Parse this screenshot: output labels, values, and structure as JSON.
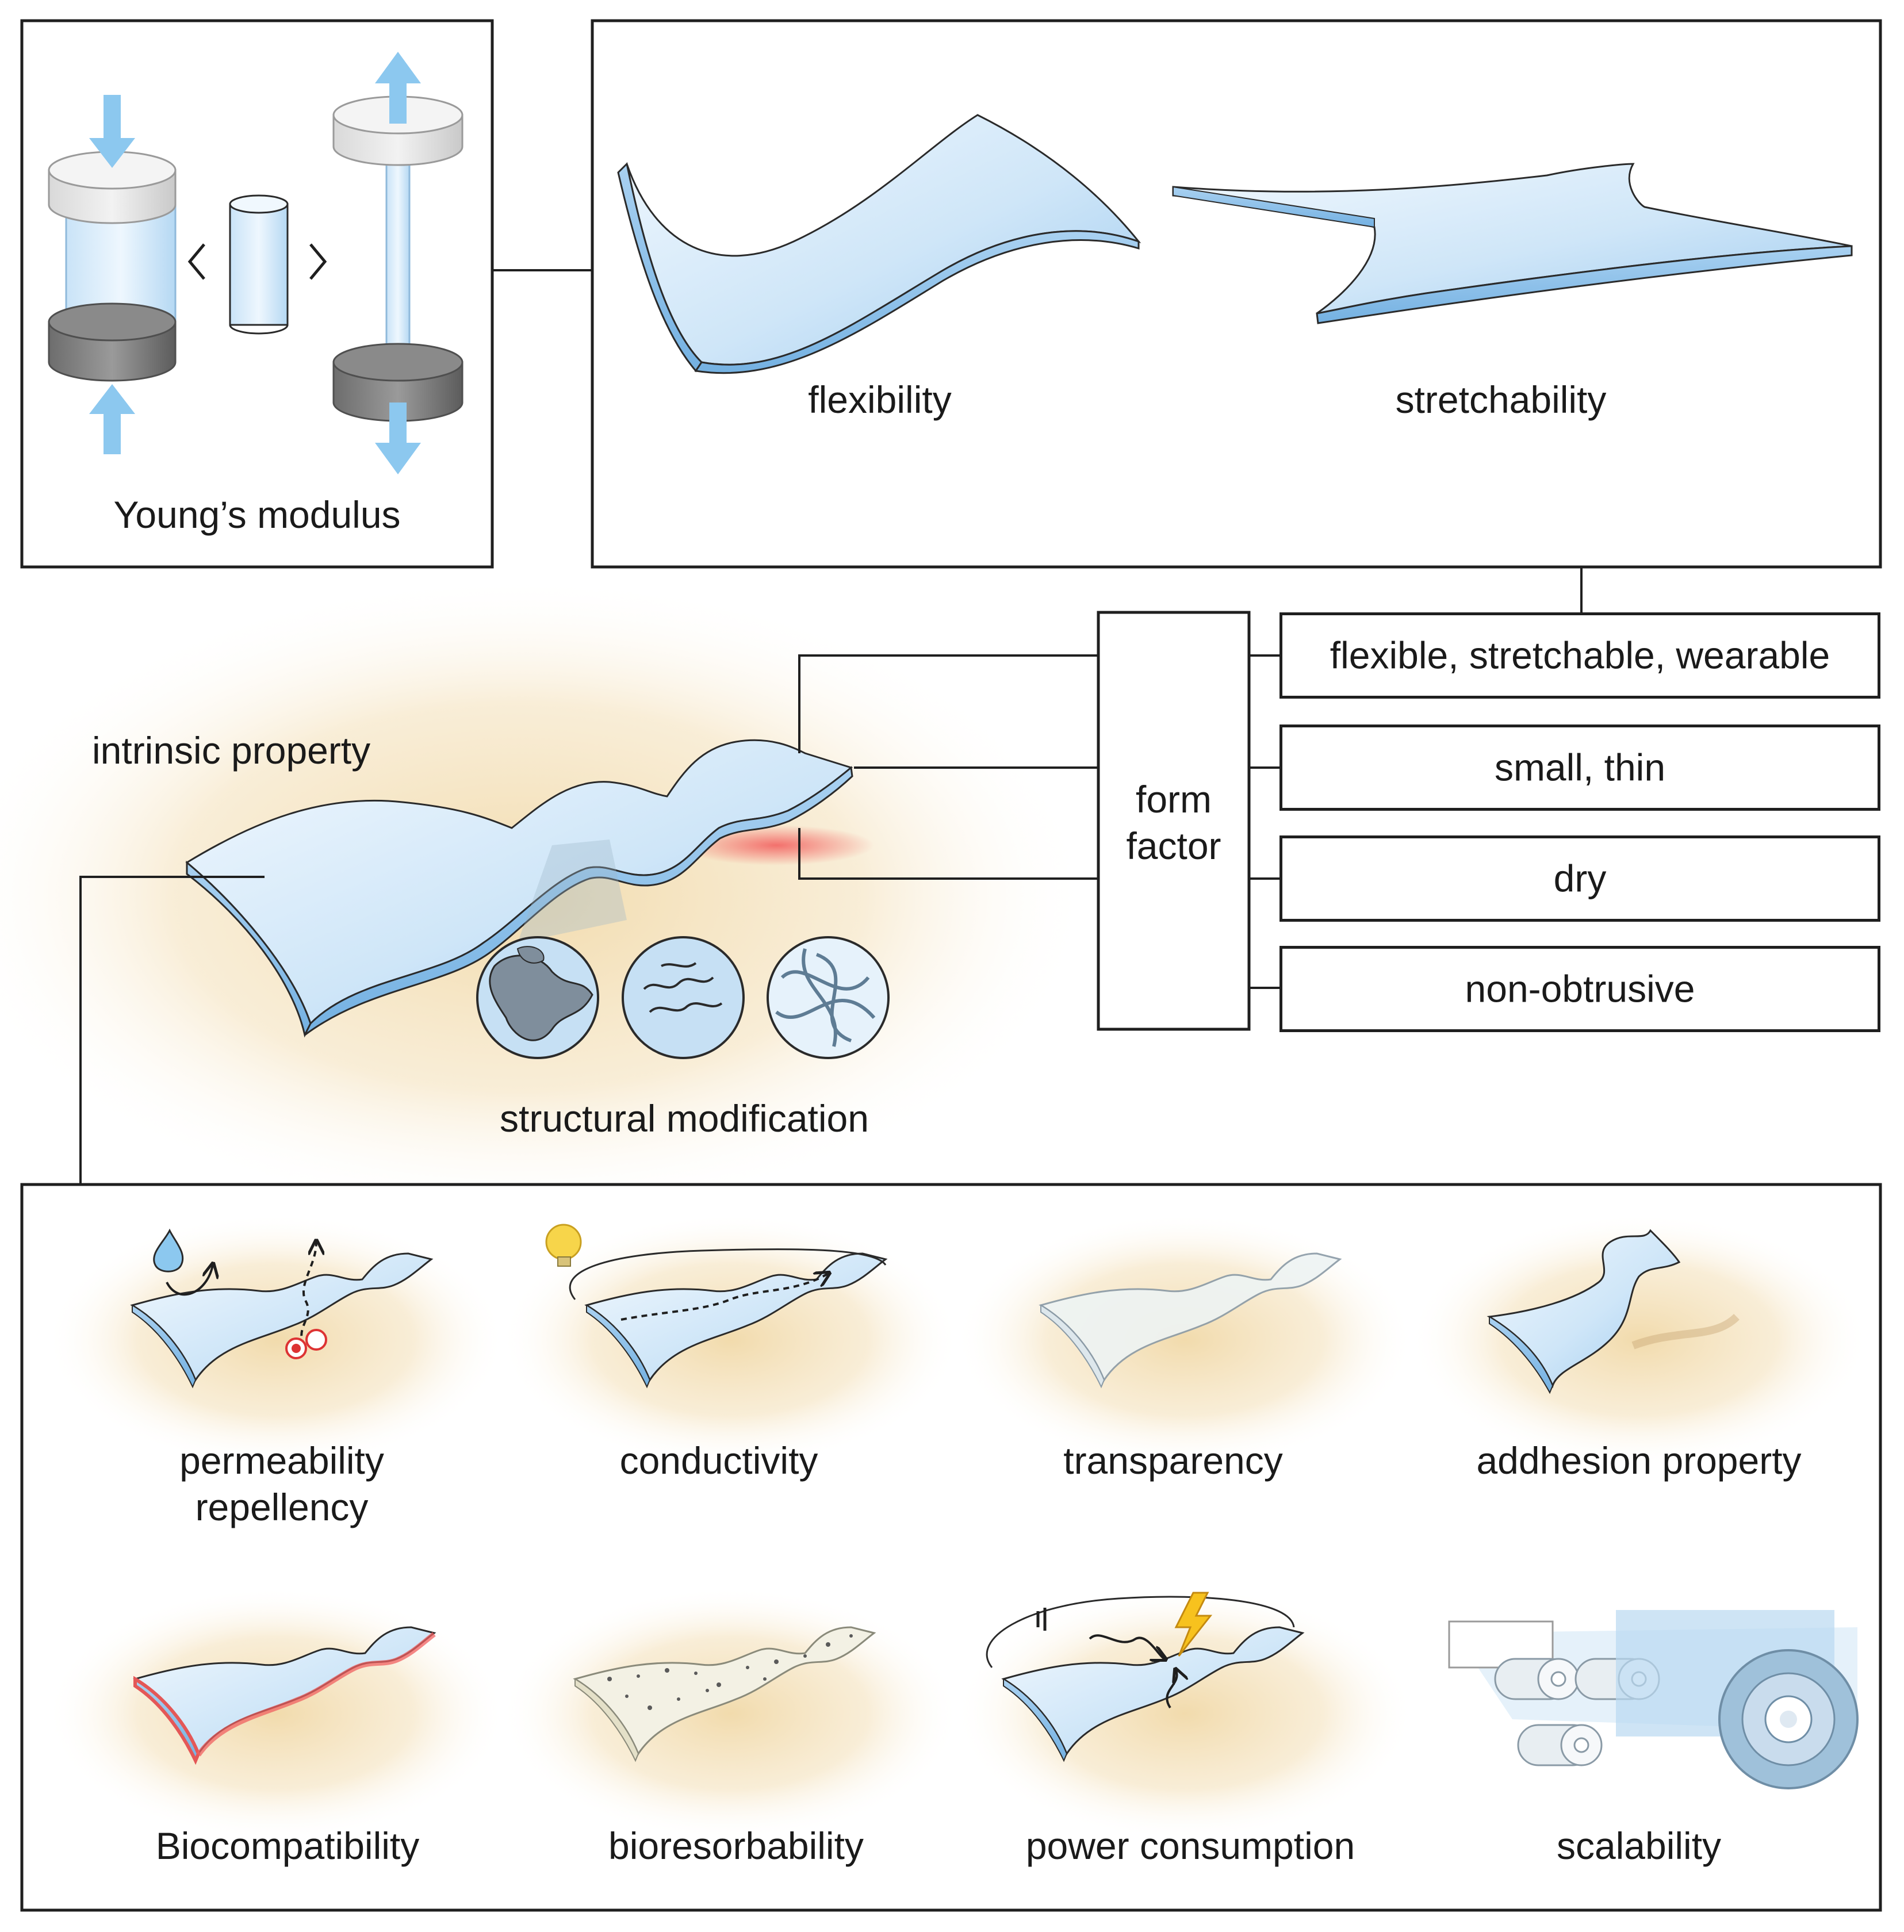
{
  "top": {
    "young_label": "Young’s modulus",
    "flexibility_label": "flexibility",
    "stretchability_label": "stretchability",
    "less_than": "<",
    "greater_than": ">"
  },
  "middle": {
    "intrinsic_label": "intrinsic property",
    "structural_label": "structural modification",
    "form_factor_label_line1": "form",
    "form_factor_label_line2": "factor",
    "form_factor_items": [
      "flexible, stretchable, wearable",
      "small, thin",
      "dry",
      "non-obtrusive"
    ]
  },
  "properties": {
    "row1": [
      {
        "line1": "permeability",
        "line2": "repellency"
      },
      {
        "line1": "conductivity",
        "line2": ""
      },
      {
        "line1": "transparency",
        "line2": ""
      },
      {
        "line1": "addhesion property",
        "line2": ""
      }
    ],
    "row2": [
      {
        "line1": "Biocompatibility"
      },
      {
        "line1": "bioresorbability"
      },
      {
        "line1": "power consumption"
      },
      {
        "line1": "scalability"
      }
    ]
  },
  "colors": {
    "film_light": "#e8f3fc",
    "film_mid": "#b9daf4",
    "arrow_blue": "#8cc8ef",
    "skin": "#f3dfb8",
    "red_glow": "#f26464",
    "bulb": "#f7d54a",
    "outline": "#1f1f1f"
  }
}
